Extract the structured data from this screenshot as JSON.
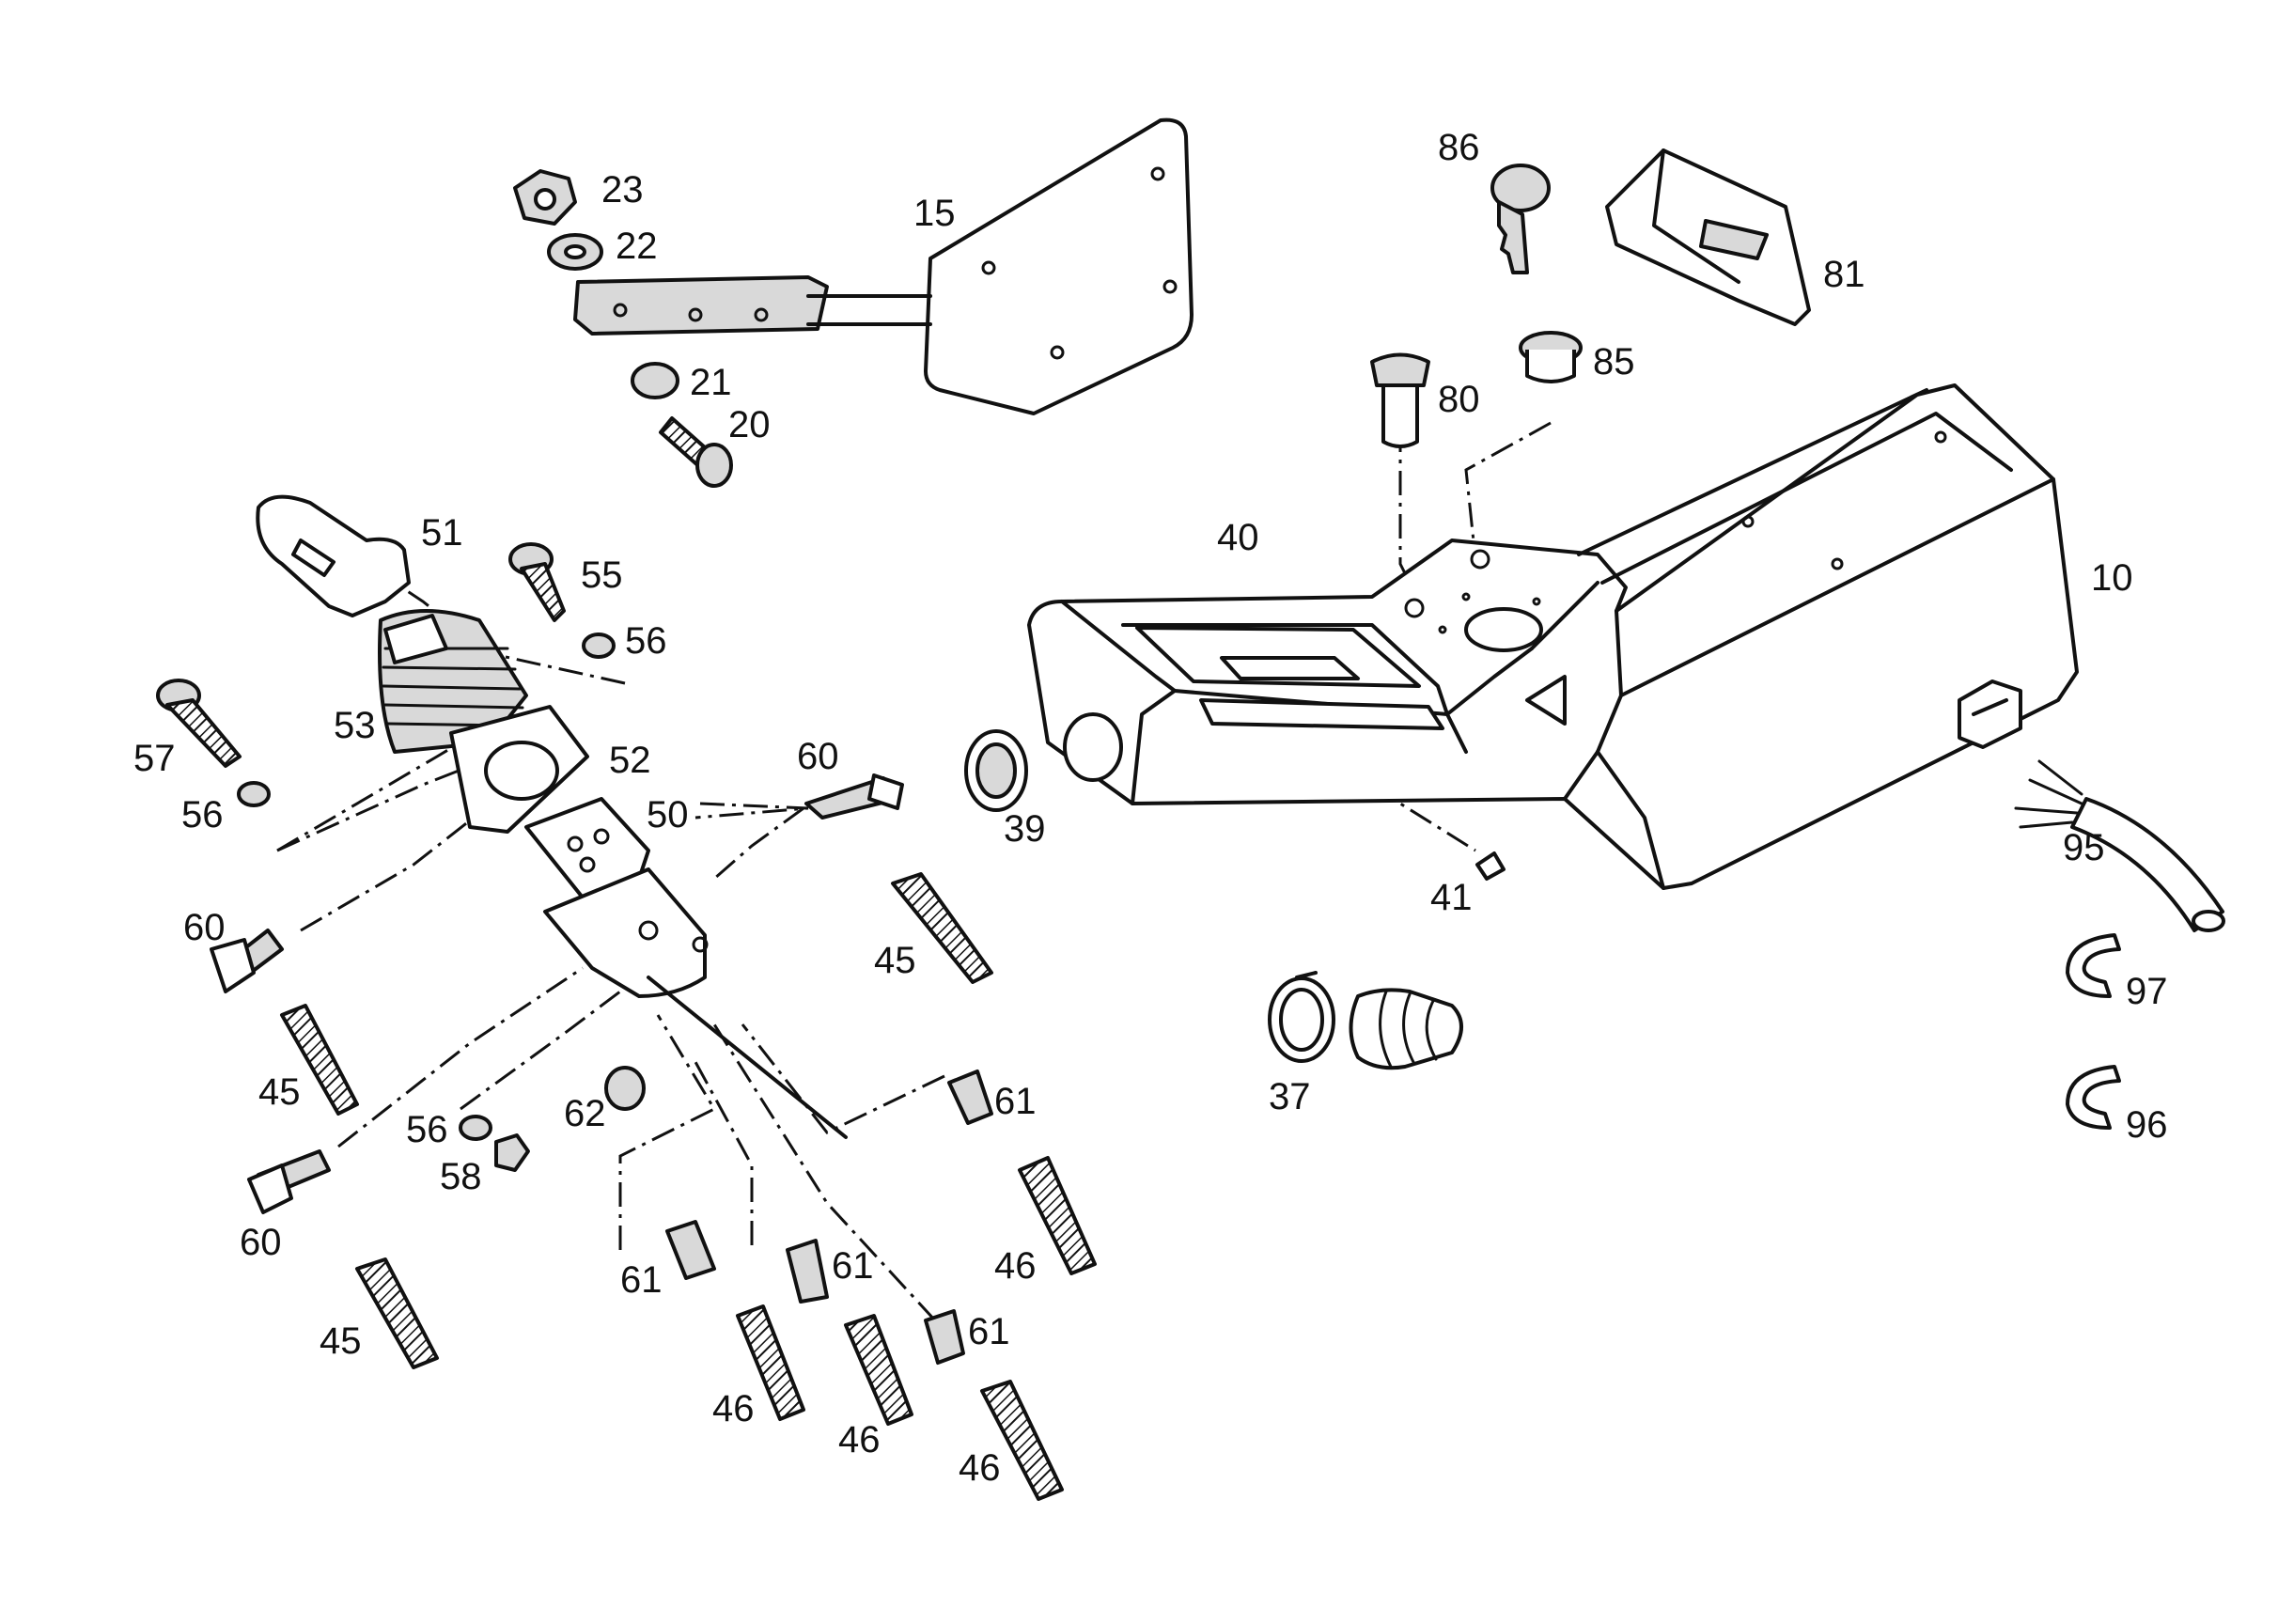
{
  "diagram": {
    "labels": {
      "p10": "10",
      "p15": "15",
      "p20": "20",
      "p21": "21",
      "p22": "22",
      "p23": "23",
      "p37": "37",
      "p39": "39",
      "p40": "40",
      "p41": "41",
      "p45a": "45",
      "p45b": "45",
      "p45c": "45",
      "p46a": "46",
      "p46b": "46",
      "p46c": "46",
      "p46d": "46",
      "p50": "50",
      "p51": "51",
      "p52": "52",
      "p53": "53",
      "p55": "55",
      "p56a": "56",
      "p56b": "56",
      "p56c": "56",
      "p57": "57",
      "p58": "58",
      "p60a": "60",
      "p60b": "60",
      "p60c": "60",
      "p61a": "61",
      "p61b": "61",
      "p61c": "61",
      "p61d": "61",
      "p62": "62",
      "p80": "80",
      "p81": "81",
      "p85": "85",
      "p86": "86",
      "p95": "95",
      "p96": "96",
      "p97": "97"
    }
  }
}
